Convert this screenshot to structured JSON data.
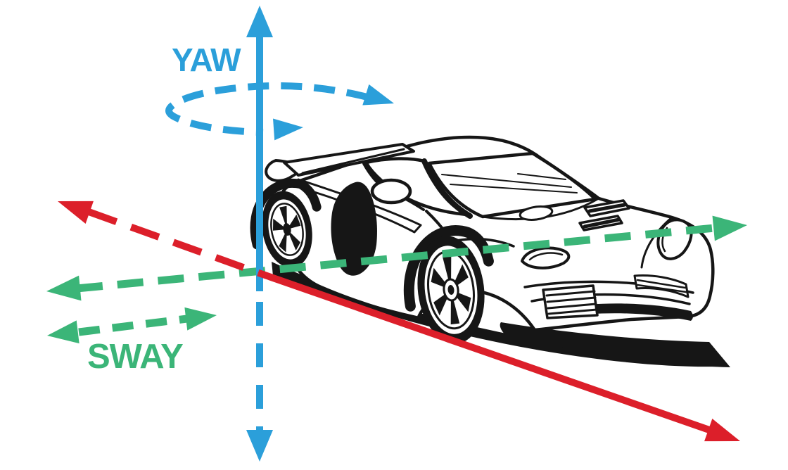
{
  "page": {
    "background": "#ffffff"
  },
  "labels": {
    "yaw": "YAW",
    "sway": "SWAY"
  },
  "colors": {
    "blue": "#2B9FDA",
    "green": "#3BB578",
    "red": "#DC1F2A",
    "ink": "#161616",
    "background": "#ffffff"
  },
  "figure": {
    "subject": "black-and-white line drawing of a sports car, front three-quarter view facing right",
    "axes": [
      {
        "id": "yaw-axis",
        "color": "blue",
        "orientation": "vertical",
        "style": "solid upper half with up arrowhead, dashed lower half with down arrowhead",
        "rotation_ring": "dashed ellipse around the axis with two arrowheads",
        "label": "YAW"
      },
      {
        "id": "sway-axis",
        "color": "green",
        "orientation": "lateral, slight tilt (lower at left, higher at right)",
        "style": "dashed with arrowheads at both ends",
        "indicator": "short dashed double-headed arrow above the SWAY label",
        "label": "SWAY"
      },
      {
        "id": "diagonal-axis",
        "color": "red",
        "orientation": "diagonal from upper-left to lower-right",
        "style": "dashed toward upper-left arrowhead, solid toward lower-right arrowhead",
        "label": null
      }
    ]
  }
}
